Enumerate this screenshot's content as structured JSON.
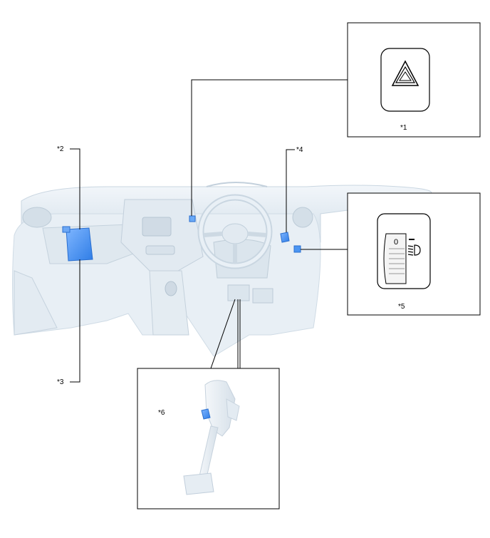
{
  "callouts": {
    "c1": "*1",
    "c2": "*2",
    "c3": "*3",
    "c4": "*4",
    "c5": "*5",
    "c6": "*6"
  },
  "headlight_switch": {
    "off_mark": "0"
  },
  "colors": {
    "component_highlight": "#3c8cf0",
    "dashboard_tint": "#e6eef5",
    "line": "#000000"
  }
}
